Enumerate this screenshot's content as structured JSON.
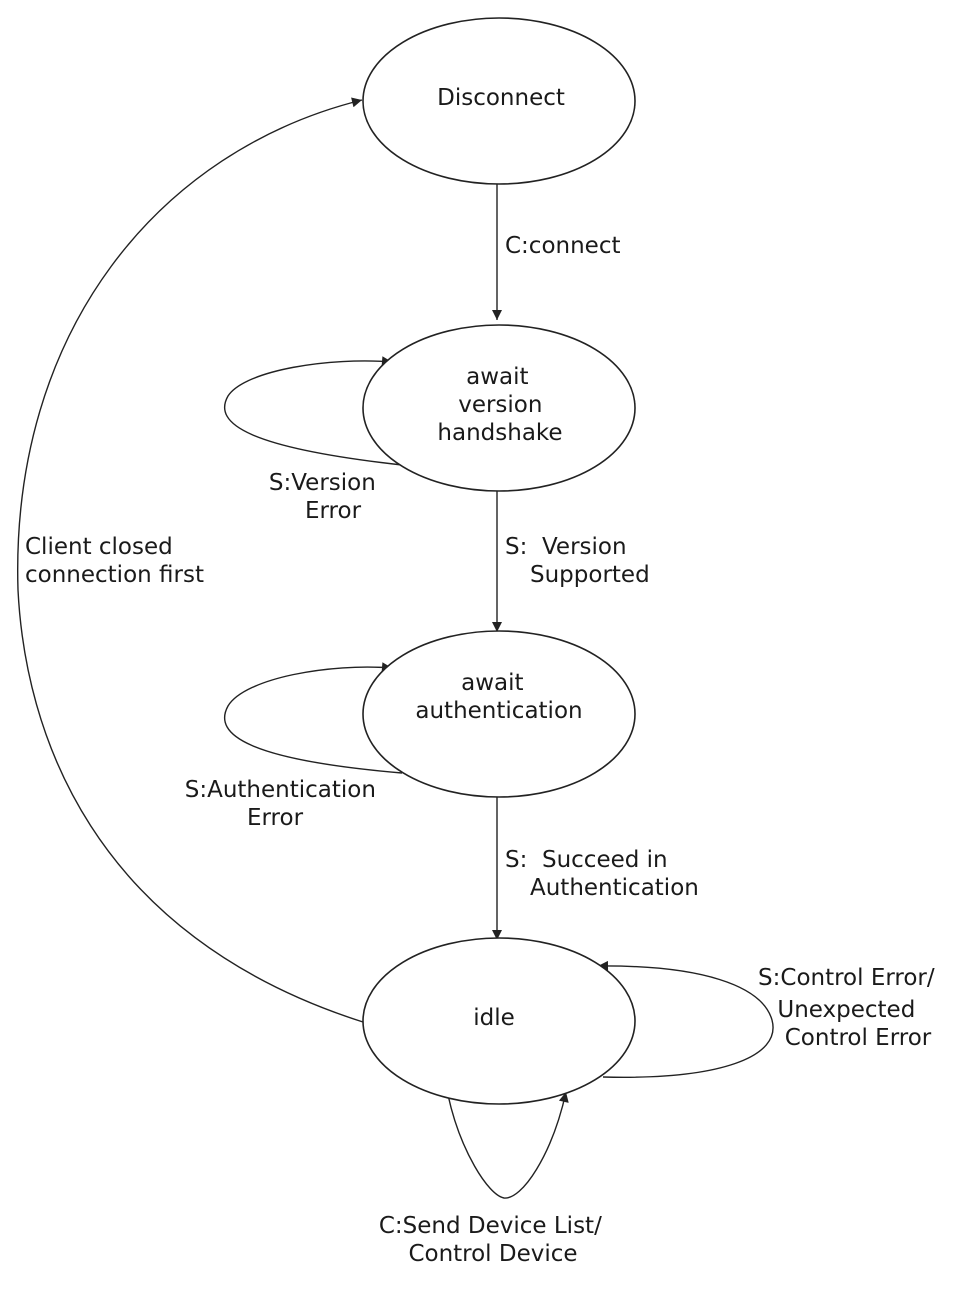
{
  "states": {
    "disconnect": {
      "lines": [
        "Disconnect"
      ]
    },
    "await_version": {
      "lines": [
        "await",
        "version",
        "handshake"
      ]
    },
    "await_auth": {
      "lines": [
        "await",
        "authentication"
      ]
    },
    "idle": {
      "lines": [
        "idle"
      ]
    }
  },
  "transitions": {
    "connect": {
      "lines": [
        "C:connect"
      ]
    },
    "version_error": {
      "lines": [
        "S:Version",
        "Error"
      ]
    },
    "version_supported": {
      "lines": [
        "S:  Version",
        "Supported"
      ]
    },
    "auth_error": {
      "lines": [
        "S:Authentication",
        "Error"
      ]
    },
    "auth_succeed": {
      "lines": [
        "S:  Succeed in",
        "Authentication"
      ]
    },
    "control_error": {
      "lines": [
        "S:Control Error/",
        "Unexpected",
        "Control Error"
      ]
    },
    "send_device_list": {
      "lines": [
        "C:Send Device List/",
        "Control Device"
      ]
    },
    "client_closed": {
      "lines": [
        "Client closed",
        "connection first"
      ]
    }
  }
}
